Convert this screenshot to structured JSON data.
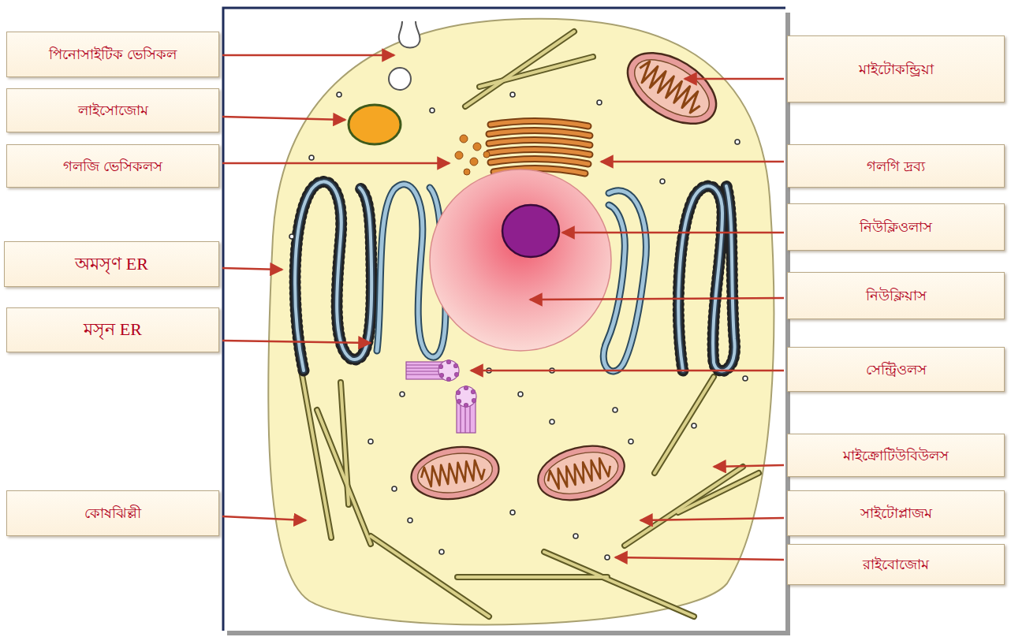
{
  "diagram": {
    "nodes": [
      {
        "text": [
          "পিনোসাইটিক ভেসিকল"
        ]
      },
      {
        "text": [
          "মাইটোকন্ড্রিয়া"
        ]
      },
      {
        "text": [
          "লাইসোজোম"
        ]
      },
      {
        "text": [
          "গলজি ভেসিকলস"
        ]
      },
      {
        "text": [
          "গলগি দ্রব্য"
        ]
      },
      {
        "text": [
          "নিউক্লিওলাস"
        ]
      },
      {
        "text": [
          "অমসৃণ ER"
        ]
      },
      {
        "text": [
          "নিউক্লিয়াস"
        ]
      },
      {
        "text": [
          "মসৃন ER"
        ]
      },
      {
        "text": [
          "সেন্ট্রিওলস"
        ]
      },
      {
        "text": [
          "মাইক্রোটিউবিউলস"
        ]
      },
      {
        "text": [
          "কোষঝিল্লী"
        ]
      },
      {
        "text": [
          "সাইটোপ্লাজম"
        ]
      },
      {
        "text": [
          "রাইবোজোম"
        ]
      }
    ]
  }
}
